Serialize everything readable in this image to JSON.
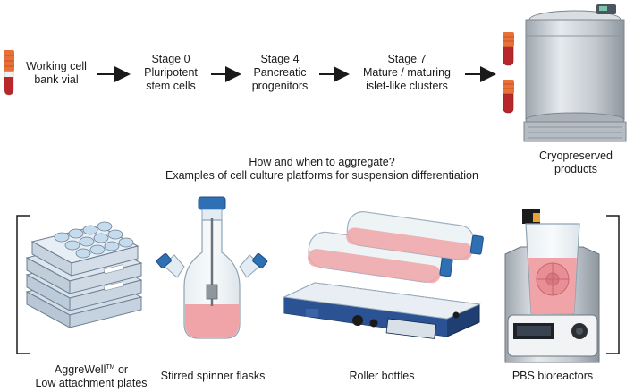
{
  "workflow": {
    "start": {
      "line1": "Working cell",
      "line2": "bank vial"
    },
    "stages": [
      {
        "title": "Stage 0",
        "line1": "Pluripotent",
        "line2": "stem cells"
      },
      {
        "title": "Stage 4",
        "line1": "Pancreatic",
        "line2": "progenitors"
      },
      {
        "title": "Stage 7",
        "line1": "Mature / maturing",
        "line2": "islet-like clusters"
      }
    ],
    "end": {
      "line1": "Cryopreserved",
      "line2": "products"
    }
  },
  "question": {
    "line1": "How and when to aggregate?",
    "line2": "Examples of cell culture platforms for suspension differentiation"
  },
  "platforms": [
    {
      "name_main": "AggreWell",
      "name_sup": "TM",
      "name_tail": " or",
      "line2": "Low attachment plates"
    },
    {
      "label": "Stirred spinner flasks"
    },
    {
      "label": "Roller bottles"
    },
    {
      "label": "PBS bioreactors"
    }
  ],
  "colors": {
    "arrow": "#1a1a1a",
    "vial_cap": "#e8713a",
    "vial_liquid": "#b8282a",
    "media_pink": "#f0a4a8",
    "cap_blue": "#2f6fb3",
    "steel": "#c7cdd4",
    "device_navy": "#1f3f73"
  }
}
